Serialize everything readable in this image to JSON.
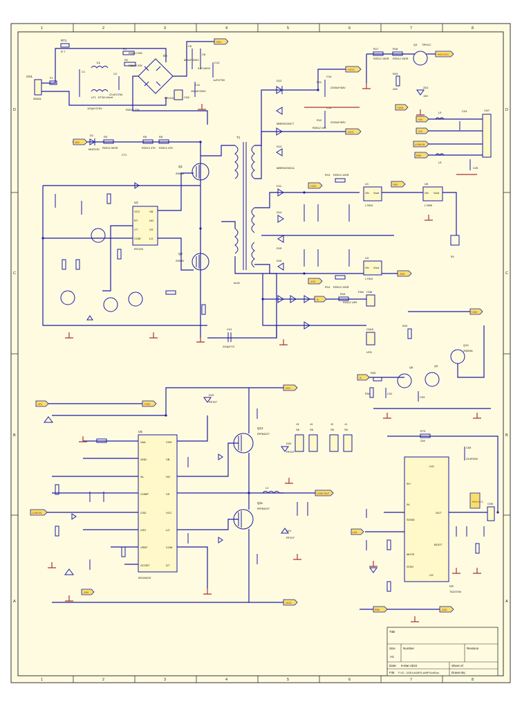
{
  "zones": {
    "columns": [
      "1",
      "2",
      "3",
      "4",
      "5",
      "6",
      "7",
      "8"
    ],
    "rows": [
      "D",
      "C",
      "B",
      "A"
    ]
  },
  "colors": {
    "paper": "#ffffff",
    "field": "#fffbe0",
    "wire": "#1a1aa8",
    "ground": "#a83232",
    "port_fill": "#f6e06a",
    "port_text": "#a01010"
  },
  "ports": {
    "p_hv_top": "+HV",
    "p_vcc_1": "+VCC",
    "p_vcc_2": "-VCC",
    "p_15_top": "15V",
    "p_hvcc": "+HV-VCC",
    "p_right_15": "+15",
    "p_right_12": "+12",
    "p_right_low": "LOW IN",
    "p_right_rin": "RIN",
    "p_5v": "5V",
    "p_12v_a": "+12V",
    "p_12v_b": "-12V",
    "p_5v_b": "+5V",
    "p_15v_b": "-15V",
    "p_a_1": "A",
    "p_a_2": "A",
    "p_15_mid": "+15V",
    "p_hv_mid": "+HV",
    "p_hv_left": "-HV",
    "p_15_left": "+15V",
    "p_low_in": "LOW IN",
    "p_low_out": "LOW OUT",
    "p_vcc_bot": "-VCC",
    "p_15_bot": "-15V",
    "p_lin": "LIN",
    "p_rin_b": "RIN",
    "p_12_b": "-12V",
    "p_12_c": "+12V",
    "p_hvcc_b": "+HV-VCC"
  },
  "labels": {
    "cn1": "CN1",
    "cn1_val": "3962A",
    "rt1": "RT1",
    "rt1_val": "R T",
    "l1": "L1",
    "f1": "F1",
    "c1": "C1",
    "c1_val": "102pF/275V",
    "lf1": "LF1",
    "lf1_val": "ET28 10mH",
    "r1": "R1",
    "r1_val": "R2512 22K",
    "r2": "R2",
    "r2_val": "R2512 22K",
    "d5": "D5",
    "d5_val": "BR1010",
    "c2": "C2",
    "c2_val": "47uF/275V",
    "c3": "C3",
    "cn2": "CN2",
    "c6": "C6",
    "c6_val": "680uF/200V",
    "c8": "C8",
    "c8_val": "0.47/400V",
    "c12": "C12",
    "c12_val": "100uF/200V",
    "c13": "C13",
    "c13_val": "1uF/275V",
    "d1": "D1",
    "d1_val": "MUR120",
    "r3": "R3",
    "r3_val": "R2512 500R",
    "c71": "C71",
    "r5": "R5",
    "r5_val": "R2512 47K",
    "r6": "R6",
    "r6_val": "R2512 47K",
    "q1": "Q1",
    "q1_val": "20N50",
    "q2": "Q2",
    "q2_val": "20N50",
    "u2": "U2",
    "u2_val": "IR2153",
    "u2_vcc": "VCC",
    "u2_vb": "VB",
    "u2_rt": "RT",
    "u2_ho": "HO",
    "u2_ct": "CT",
    "u2_vs": "VS",
    "u2_com": "COM",
    "u2_lo": "LO",
    "t1": "T1",
    "t1_val": "ee42",
    "d12": "D12",
    "d12_val": "MBR20200CT",
    "d13": "D13",
    "d13_val": "MBR20200CA",
    "c14": "C14",
    "c14_val": "2200uF/63V",
    "c15": "C15",
    "c15_val": "2200uF/63V",
    "r11": "R11",
    "r12": "R12",
    "r12_val": "R2512 10K",
    "r13": "R13",
    "r13_val": "R2512 100R",
    "r14": "R14",
    "r14_val": "R2512 100R",
    "d11": "D11",
    "d14": "D14",
    "d15": "D15",
    "d16": "D16",
    "u1": "U1",
    "u1_val": "L7815",
    "u3": "U3",
    "u3_val": "L7915",
    "u6": "U6",
    "u6_val": "L7805",
    "vin": "Vin",
    "vout": "Vout",
    "r17": "R17",
    "r17_val": "R2512 150R",
    "r18": "R18",
    "r18_val": "R2512 150R",
    "q3": "Q3",
    "q3_val": "TIP41C",
    "r23": "R23",
    "r23_val": "20K",
    "zd1": "ZD1",
    "zd1_val": "15V",
    "cn7": "CN7",
    "l5": "L5",
    "l6": "L6",
    "c24": "C24",
    "c25": "C25",
    "c50": "C50",
    "cn8": "CN8",
    "fan": "FAN",
    "cn10": "CN10",
    "led": "LED",
    "r16": "R16",
    "r16_val": "R2512 10R",
    "q6": "Q6",
    "q9": "Q9",
    "q10": "Q10",
    "q10_val": "2N5551",
    "r22": "R22",
    "r25": "R25",
    "r34": "R34",
    "c31": "C31",
    "c33": "C33",
    "c41": "C41",
    "c41_val": "220pF/Y2",
    "u5": "U5",
    "u5_val": "IRS2092S",
    "u5_vaa": "VAA",
    "u5_gnd": "GND",
    "u5_in": "IN-",
    "u5_comp": "COMP",
    "u5_csd": "CSD",
    "u5_vss": "VSS",
    "u5_vref": "VREF",
    "u5_ocset": "OCSET",
    "u5_csh": "CSH",
    "u5_vb": "VB",
    "u5_ho": "HO",
    "u5_vs": "VS",
    "u5_vcc": "VCC",
    "u5_lo": "LO",
    "u5_com": "COM",
    "u5_dt": "DT",
    "q11": "Q11",
    "q11_val": "IRFB4227",
    "q12": "Q12",
    "q12_val": "IRFB4227",
    "d19": "D19",
    "d19_val": "RF107",
    "d20": "D20",
    "d20_val": "RF107",
    "d21": "D21",
    "d21_val": "RF107",
    "l2": "L2",
    "j1": "J1",
    "j2": "J2",
    "j3": "J3",
    "j4": "J4",
    "sk": "SK",
    "u4": "U4",
    "u4_val": "TDA7294",
    "u4_in": "IN+",
    "u4_inm": "IN-",
    "u4_sgnd": "SGND",
    "u4_mute": "MUTE",
    "u4_stby": "STBY",
    "u4_out": "OUT",
    "u4_boot": "BOOT",
    "u4_vs": "+VS",
    "u4_vsm": "-VS",
    "cn9": "CN9",
    "r73": "R73",
    "r73_val": "22K",
    "c59": "C59",
    "c59_val": "22uF/50V"
  },
  "titleblock": {
    "title": "Title",
    "size": "Size",
    "size_val": "A3",
    "number": "Number",
    "revision": "Revision",
    "date": "Date:",
    "date_val": "9-Mar-2022",
    "sheet": "Sheet of",
    "file": "File:",
    "file_val": "F:\\2\\...\\2\\3\\1\\4\\3\\ES-AMP.SchDoc",
    "drawn": "Drawn By:"
  }
}
